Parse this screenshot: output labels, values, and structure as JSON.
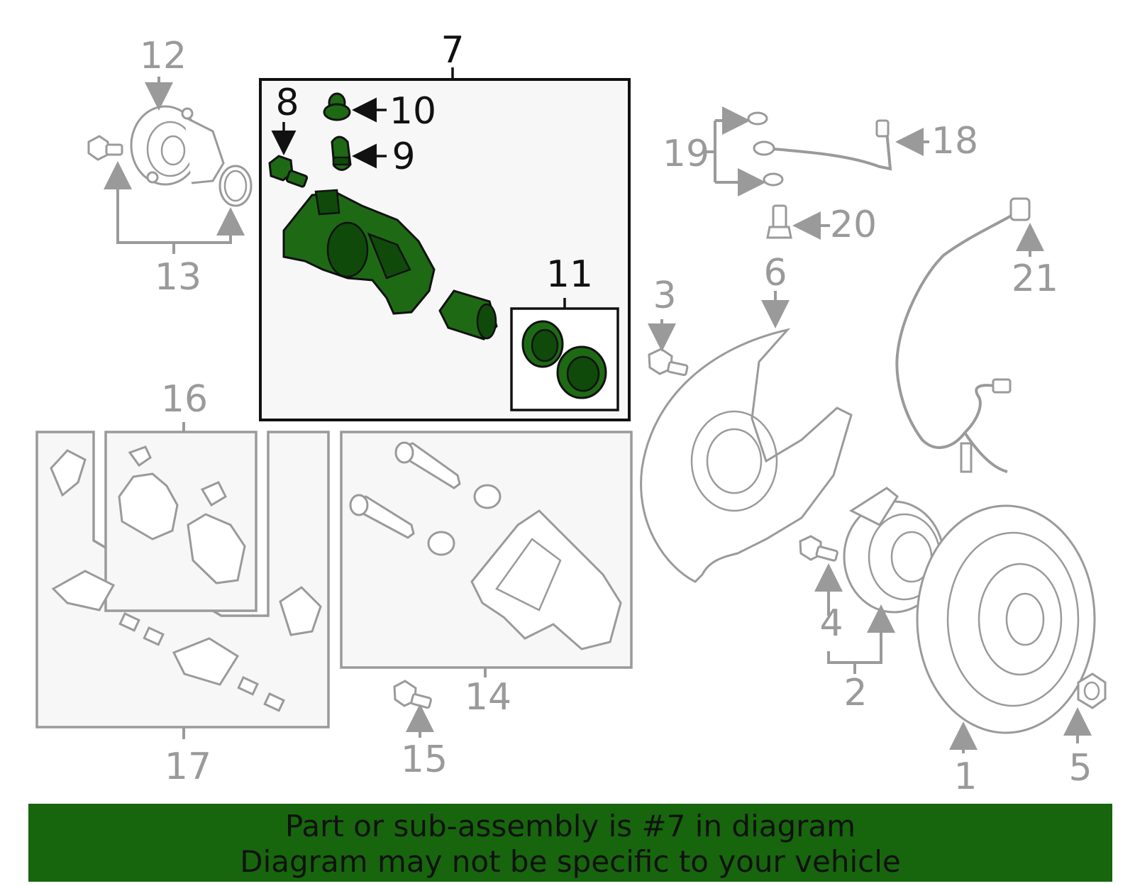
{
  "callouts": {
    "c1": "1",
    "c2": "2",
    "c3": "3",
    "c4": "4",
    "c5": "5",
    "c6": "6",
    "c7": "7",
    "c8": "8",
    "c9": "9",
    "c10": "10",
    "c11": "11",
    "c12": "12",
    "c13": "13",
    "c14": "14",
    "c15": "15",
    "c16": "16",
    "c17": "17",
    "c18": "18",
    "c19": "19",
    "c20": "20",
    "c21": "21"
  },
  "highlight": {
    "part_number": "7",
    "color": "#1e6a14"
  },
  "footer": {
    "line1": "Part or sub-assembly is #7 in diagram",
    "line2": "Diagram may not be specific to your vehicle",
    "background": "#17660d"
  }
}
